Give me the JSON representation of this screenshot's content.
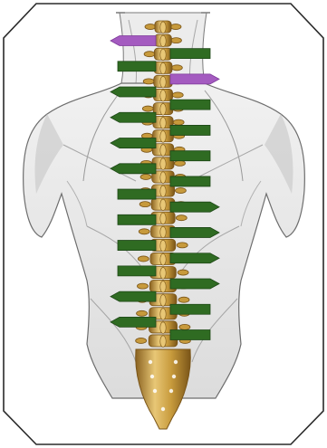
{
  "figure": {
    "subject": "back-anatomy-spine",
    "frame_color": "#2a2a2a",
    "skin_fill": "#e9e9e9",
    "muscle_shade": "#bdbdbd",
    "outline_color": "#6d6d6d",
    "bone_color": "#c79a3c",
    "bone_highlight": "#e8c776",
    "bone_shadow": "#7a5518"
  },
  "markers": {
    "green_color": "#2f6b22",
    "green_dark": "#1d4716",
    "purple_color": "#a45bc0",
    "purple_dark": "#7d3a99",
    "items": [
      {
        "side": "left",
        "shape": "arrow",
        "color": "purple"
      },
      {
        "side": "right",
        "shape": "flat",
        "color": "green"
      },
      {
        "side": "left",
        "shape": "flat",
        "color": "green"
      },
      {
        "side": "right",
        "shape": "arrow",
        "color": "purple"
      },
      {
        "side": "left",
        "shape": "arrow",
        "color": "green"
      },
      {
        "side": "right",
        "shape": "flat",
        "color": "green"
      },
      {
        "side": "left",
        "shape": "arrow",
        "color": "green"
      },
      {
        "side": "right",
        "shape": "flat",
        "color": "green"
      },
      {
        "side": "left",
        "shape": "arrow",
        "color": "green"
      },
      {
        "side": "right",
        "shape": "flat",
        "color": "green"
      },
      {
        "side": "left",
        "shape": "arrow",
        "color": "green"
      },
      {
        "side": "right",
        "shape": "flat",
        "color": "green"
      },
      {
        "side": "left",
        "shape": "flat",
        "color": "green"
      },
      {
        "side": "right",
        "shape": "arrow",
        "color": "green"
      },
      {
        "side": "left",
        "shape": "flat",
        "color": "green"
      },
      {
        "side": "right",
        "shape": "arrow",
        "color": "green"
      },
      {
        "side": "left",
        "shape": "flat",
        "color": "green"
      },
      {
        "side": "right",
        "shape": "arrow",
        "color": "green"
      },
      {
        "side": "left",
        "shape": "flat",
        "color": "green"
      },
      {
        "side": "right",
        "shape": "arrow",
        "color": "green"
      },
      {
        "side": "left",
        "shape": "arrow",
        "color": "green"
      },
      {
        "side": "right",
        "shape": "flat",
        "color": "green"
      },
      {
        "side": "left",
        "shape": "arrow",
        "color": "green"
      },
      {
        "side": "right",
        "shape": "flat",
        "color": "green"
      }
    ]
  }
}
